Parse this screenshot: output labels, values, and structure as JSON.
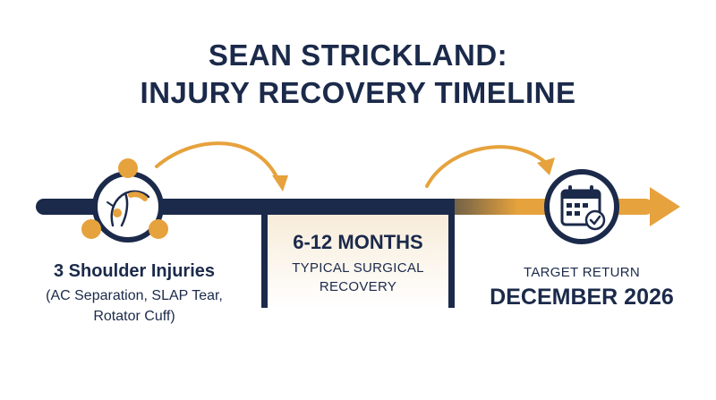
{
  "title": {
    "line1": "SEAN STRICKLAND:",
    "line2": "INJURY RECOVERY TIMELINE"
  },
  "colors": {
    "navy": "#1b2a4a",
    "orange": "#e6a23c",
    "panel_top": "#f7ead6"
  },
  "stages": [
    {
      "icon": "shoulder-injury-icon",
      "heading": "3 Shoulder Injuries",
      "detail_line1": "(AC Separation, SLAP Tear,",
      "detail_line2": "Rotator Cuff)"
    },
    {
      "heading": "6-12 MONTHS",
      "detail_line1": "TYPICAL SURGICAL",
      "detail_line2": "RECOVERY"
    },
    {
      "icon": "calendar-check-icon",
      "label": "TARGET RETURN",
      "heading": "DECEMBER 2026"
    }
  ]
}
